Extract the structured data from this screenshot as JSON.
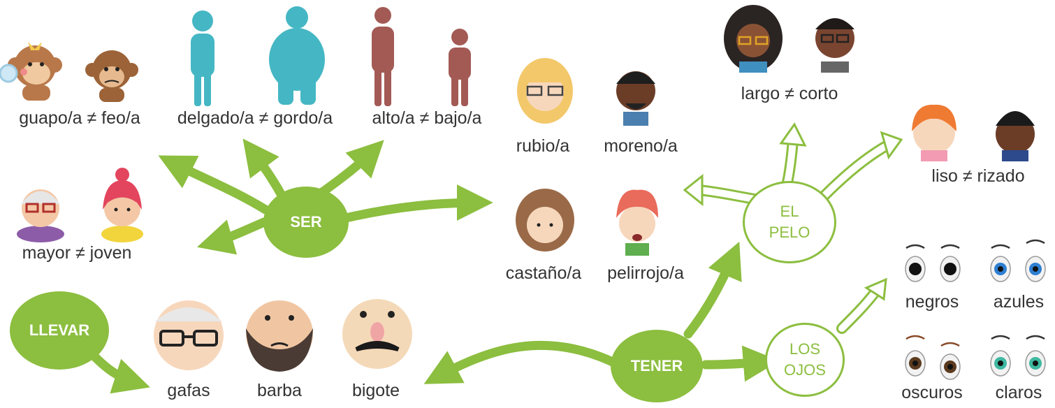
{
  "colors": {
    "green": "#8cbe3f",
    "text": "#333333",
    "teal": "#45b7c4",
    "mauve": "#a35a55"
  },
  "nodes": {
    "ser": "SER",
    "llevar": "LLEVAR",
    "tener": "TENER",
    "el_pelo": [
      "EL",
      "PELO"
    ],
    "los_ojos": [
      "LOS",
      "OJOS"
    ]
  },
  "labels": {
    "guapo_feo": "guapo/a ≠ feo/a",
    "delgado_gordo": "delgado/a ≠ gordo/a",
    "alto_bajo": "alto/a ≠ bajo/a",
    "mayor_joven": "mayor ≠ joven",
    "rubio": "rubio/a",
    "moreno": "moreno/a",
    "castano": "castaño/a",
    "pelirrojo": "pelirrojo/a",
    "largo_corto": "largo ≠ corto",
    "liso_rizado": "liso ≠ rizado",
    "negros": "negros",
    "azules": "azules",
    "oscuros": "oscuros",
    "claros": "claros",
    "gafas": "gafas",
    "barba": "barba",
    "bigote": "bigote"
  }
}
